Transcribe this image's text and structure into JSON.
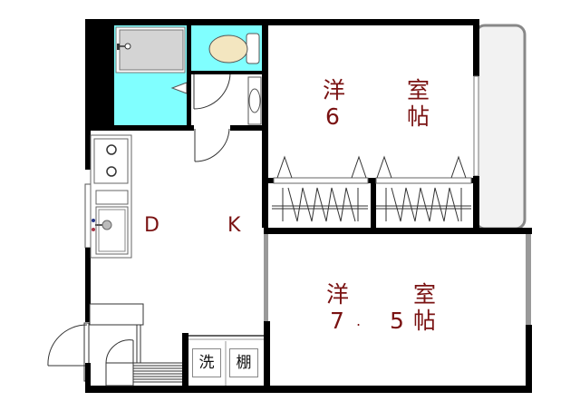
{
  "plan": {
    "type": "apartment floor plan",
    "colors": {
      "wall": "#000000",
      "wet_area": "#80ffff",
      "bath_tub": "#d4d4d4",
      "toilet_seat": "#f3e6c0",
      "balcony": "#f2f2f2",
      "label_text": "#7a1212"
    },
    "rooms": {
      "room1": {
        "type_char_1": "洋",
        "type_char_2": "室",
        "size": "6",
        "unit": "帖"
      },
      "room2": {
        "type_char_1": "洋",
        "type_char_2": "室",
        "size_int": "7",
        "size_dot": ".",
        "size_dec": "5",
        "unit": "帖"
      },
      "dk": {
        "d": "D",
        "k": "K"
      }
    },
    "fixtures": {
      "washer": "洗",
      "shelf": "棚"
    }
  }
}
